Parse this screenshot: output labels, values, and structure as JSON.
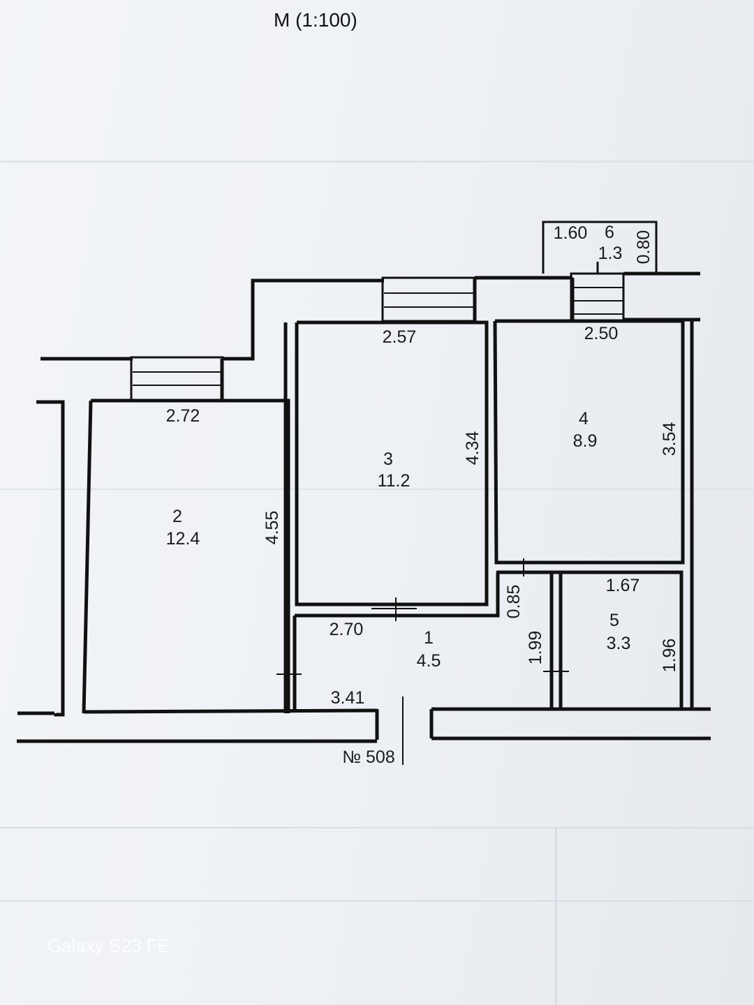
{
  "scale_label": "М  (1:100)",
  "apartment_label": "№ 508",
  "watermark": "Galaxy S23 FE",
  "rooms": [
    {
      "number": "1",
      "area": "4.5"
    },
    {
      "number": "2",
      "area": "12.4"
    },
    {
      "number": "3",
      "area": "11.2"
    },
    {
      "number": "4",
      "area": "8.9"
    },
    {
      "number": "5",
      "area": "3.3"
    },
    {
      "number": "6",
      "area": "1.3"
    }
  ],
  "dimensions": {
    "room1_width_top": "2.70",
    "room1_width_bottom": "3.41",
    "room2_width": "2.72",
    "room2_height": "4.55",
    "room3_width": "2.57",
    "room3_height": "4.34",
    "room4_width": "2.50",
    "room4_height": "3.54",
    "room5_width": "1.67",
    "room5_height": "1.96",
    "passage_width": "0.85",
    "passage_height": "1.99",
    "balcony_width": "1.60",
    "balcony_depth": "0.80"
  },
  "colors": {
    "paper": "#eef1f5",
    "ink": "#111111",
    "bleed": "#c9ced6"
  }
}
